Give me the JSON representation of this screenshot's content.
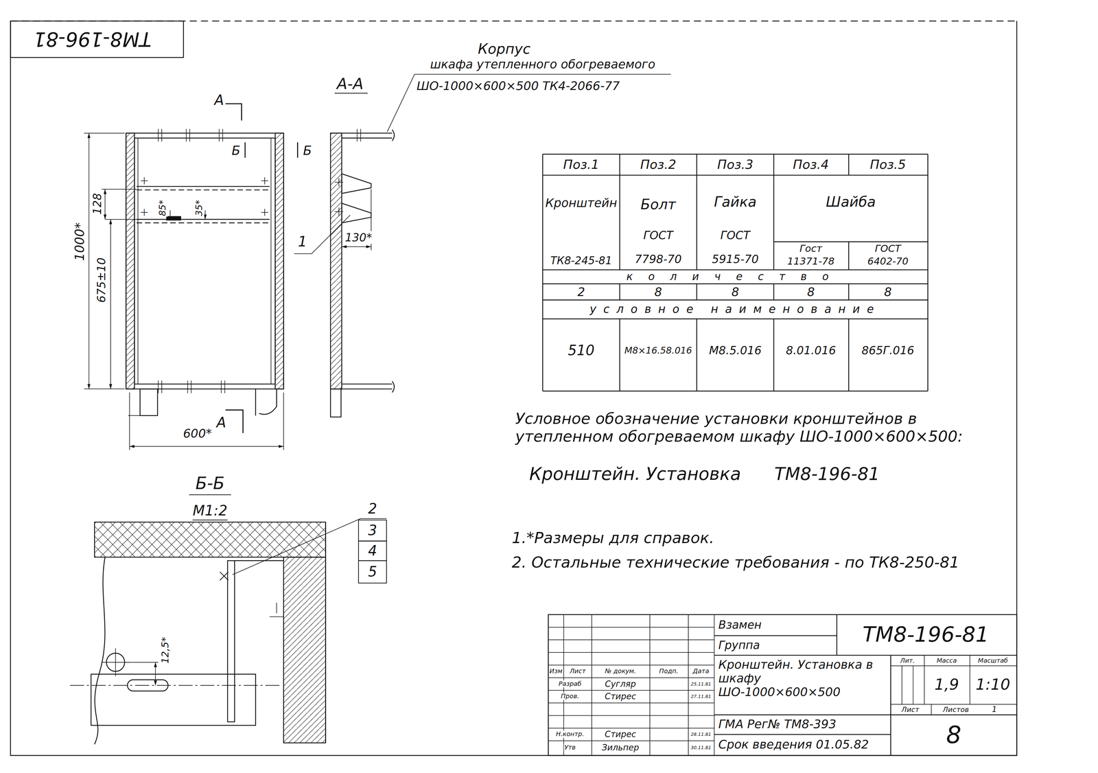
{
  "diagram": {
    "labels": [
      "ТМ8-196-81",
      "Корпус",
      "шкафа утепленного обогреваемого",
      "ШО-1000×600×500 ТК4-2066-77",
      "А-А",
      "А",
      "Б",
      "Б",
      "128",
      "85*",
      "35*",
      "1000*",
      "675±10",
      "1",
      "130*",
      "А",
      "600*",
      "Б-Б",
      "М1:2",
      "2",
      "3",
      "4",
      "5",
      "12,5*",
      "Поз.1",
      "Поз.2",
      "Поз.3",
      "Поз.4",
      "Поз.5",
      "Кронштейн",
      "Болт",
      "Гайка",
      "Шайба",
      "ГОСТ",
      "ГОСТ",
      "Гост",
      "ГОСТ",
      "ТК8-245-81",
      "7798-70",
      "5915-70",
      "11371-78",
      "6402-70",
      "количество",
      "2",
      "8",
      "8",
      "8",
      "8",
      "условное наименование",
      "510",
      "М8×16.58.016",
      "М8.5.016",
      "8.01.016",
      "865Г.016",
      "Условное обозначение установки кронштейнов в утепленном обогреваемом шкафу ШО-1000×600×500:",
      "Кронштейн. Установка",
      "ТМ8-196-81",
      "1.*Размеры для справок.",
      "2. Остальные технические требования - по ТК8-250-81",
      "Взамен",
      "Группа",
      "ТМ8-196-81",
      "Кронштейн. Установка в шкафу ШО-1000×600×500",
      "Лит.",
      "Масса",
      "Масштаб",
      "1,9",
      "1:10",
      "Лист",
      "Листов",
      "1",
      "ГМА Рег№ ТМ8-393",
      "Срок введения 01.05.82",
      "8",
      "Изм",
      "Лист",
      "№ докум.",
      "Подп.",
      "Дата",
      "Разраб",
      "Сугляр",
      "25.11.81",
      "Пров.",
      "Стирес",
      "27.11.81",
      "Н.контр.",
      "Стирес",
      "28.11.81",
      "Утв",
      "Зильпер",
      "30.11.81"
    ]
  }
}
